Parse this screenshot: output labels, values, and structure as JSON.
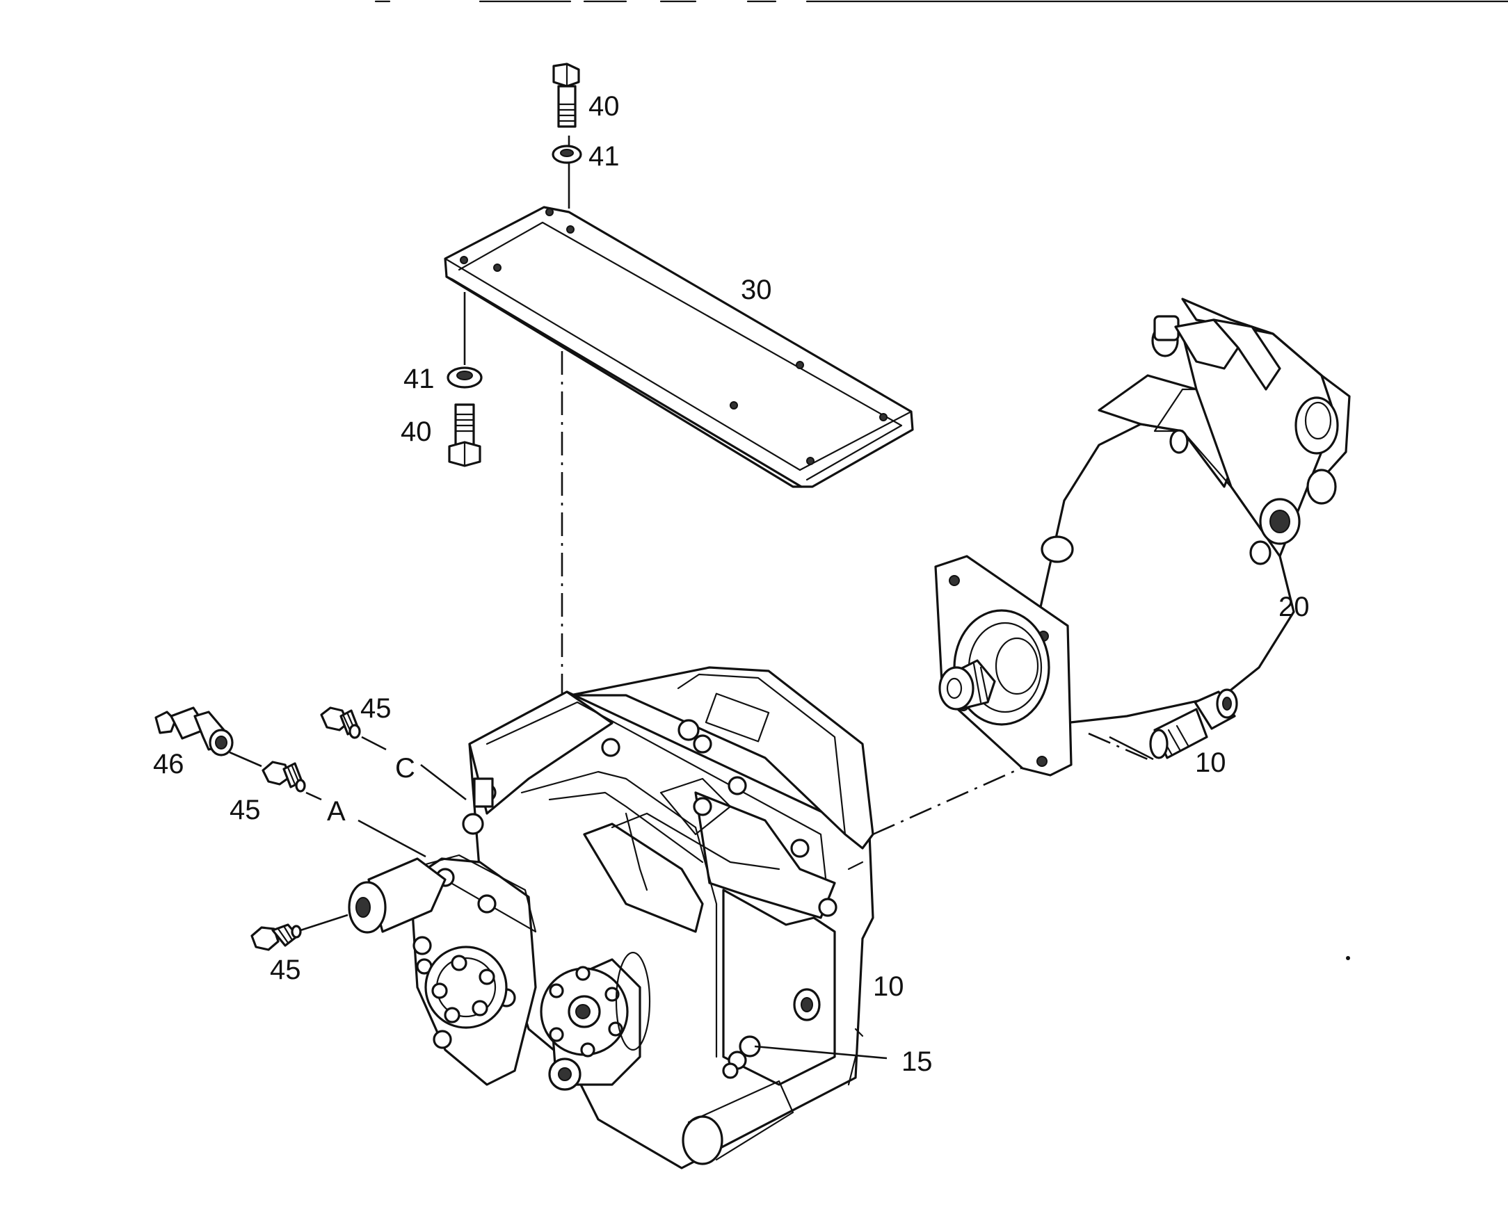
{
  "labels": {
    "bolt_top": "40",
    "washer_top": "41",
    "plate": "30",
    "washer_bottom": "41",
    "bolt_bottom": "40",
    "motor": "20",
    "screw_right": "10",
    "transmission": "10",
    "sensor": "15",
    "fitting_c": "45",
    "port_c": "C",
    "elbow": "46",
    "fitting_a": "45",
    "port_a": "A",
    "fitting_bottom": "45"
  }
}
